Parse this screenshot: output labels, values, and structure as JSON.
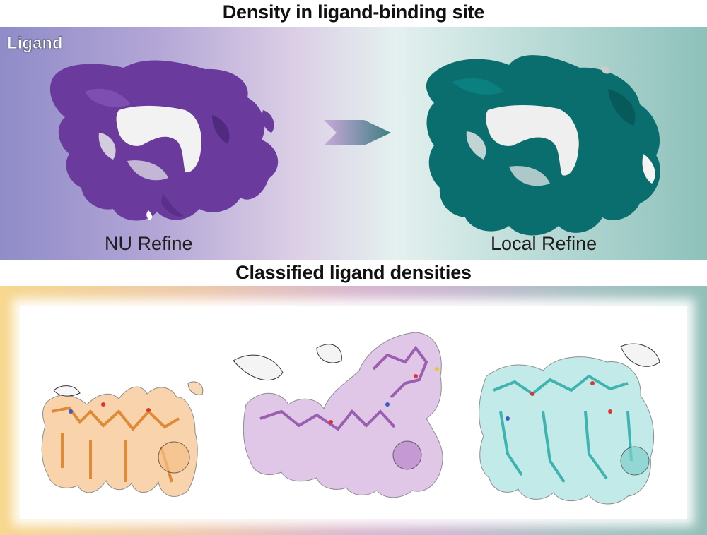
{
  "title_top": "Density in ligand-binding site",
  "title_bottom": "Classified ligand densities",
  "ligand_tag": "Ligand",
  "panels": {
    "left_label": "NU Refine",
    "right_label": "Local Refine"
  },
  "colors": {
    "nu_density": "#6b3c9e",
    "local_density": "#0c6b6b",
    "ligand_density": "#efefef",
    "class1": "#f2a65a",
    "class2": "#b07ac0",
    "class3": "#5cc6c4",
    "arrow": "#4f8a8e"
  }
}
